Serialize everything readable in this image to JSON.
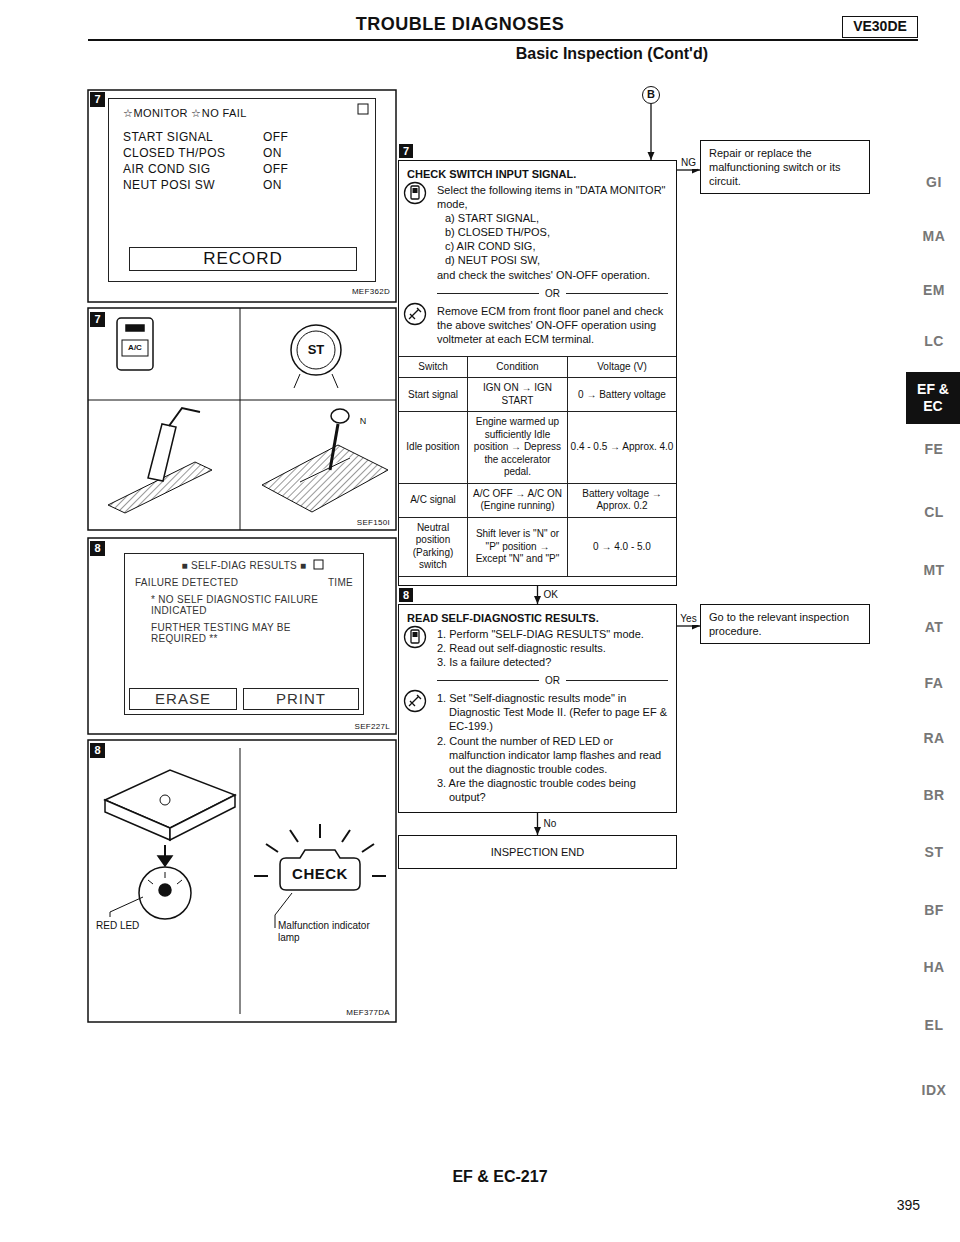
{
  "diagram": {
    "title": "TROUBLE DIAGNOSES",
    "nodes": [
      {
        "text": [
          "VE30DE"
        ]
      },
      {
        "text": [
          "7"
        ]
      },
      {
        "text": [
          "☆MONITOR ☆NO FAIL",
          "START SIGNAL",
          "OFF",
          "CLOSED TH/POS",
          "ON",
          "AIR COND SIG",
          "OFF",
          "NEUT POSI SW",
          "ON"
        ]
      },
      {
        "text": [
          "RECORD"
        ],
        "in": 2
      },
      {
        "text": [
          "7"
        ]
      },
      {
        "text": [
          "8"
        ]
      },
      {
        "text": [
          "■ SELF-DIAG RESULTS ■",
          "FAILURE DETECTED",
          "TIME",
          "* NO SELF DIAGNOSTIC FAILURE INDICATED",
          "FURTHER TESTING MAY BE REQUIRED **"
        ]
      },
      {
        "text": [
          "ERASE"
        ],
        "in": 6
      },
      {
        "text": [
          "PRINT"
        ],
        "in": 6
      },
      {
        "text": [
          "8"
        ]
      },
      {
        "text": [
          "B"
        ]
      },
      {
        "text": [
          "7"
        ]
      },
      {
        "text": [
          "CHECK SWITCH INPUT SIGNAL.",
          "Select the following items in \"DATA MONITOR\" mode,",
          "a) START SIGNAL,",
          "b) CLOSED TH/POS,",
          "c) AIR COND SIG,",
          "d) NEUT POSI SW,",
          "and check the switches' ON-OFF operation.",
          "OR",
          "Remove ECM from front floor panel and check the above switches' ON-OFF operation using voltmeter at each ECM terminal."
        ]
      },
      {
        "text": [
          "Repair or replace the malfunctioning switch or its circuit."
        ]
      },
      {
        "text": [
          "8"
        ]
      },
      {
        "text": [
          "READ SELF-DIAGNOSTIC RESULTS.",
          "1. Perform \"SELF-DIAG RESULTS\" mode.",
          "2. Read out self-diagnostic results.",
          "3. Is a failure detected?",
          "OR",
          "1. Set \"Self-diagnostic results mode\" in Diagnostic Test Mode II. (Refer to page EF & EC-199.)",
          "2. Count the number of RED LED or malfunction indicator lamp flashes and read out the diagnostic trouble codes.",
          "3. Are the diagnostic trouble codes being output?"
        ]
      },
      {
        "text": [
          "Go to the relevant inspection procedure."
        ]
      },
      {
        "text": [
          "INSPECTION END"
        ]
      },
      {
        "text": [
          "EF & EC"
        ]
      }
    ],
    "edges": [
      {
        "from": 10,
        "to": 12,
        "arrow": "to"
      },
      {
        "from": 12,
        "to": 13,
        "label": "NG",
        "arrow": "to"
      },
      {
        "from": 12,
        "to": 15,
        "label": "OK",
        "arrow": "to"
      },
      {
        "from": 15,
        "to": 16,
        "label": "Yes",
        "arrow": "to"
      },
      {
        "from": 15,
        "to": 17,
        "label": "No",
        "arrow": "to"
      }
    ],
    "labels": [
      "Basic Inspection (Cont'd)",
      "MEF362D",
      "A/C",
      "ST",
      "N",
      "SEF150I",
      "SEF227L",
      "RED LED",
      "CHECK",
      "Malfunction indicator lamp",
      "MEF377DA",
      "Switch",
      "Condition",
      "Voltage (V)",
      "Start signal",
      "IGN ON → IGN START",
      "0 → Battery voltage",
      "Idle position",
      "Engine warmed up sufficiently Idle position → Depress the accelerator pedal.",
      "0.4 - 0.5 → Approx. 4.0",
      "A/C signal",
      "A/C OFF → A/C ON (Engine running)",
      "Battery voltage → Approx. 0.2",
      "Neutral position (Parking) switch",
      "Shift lever is \"N\" or \"P\" position → Except \"N\" and \"P\"",
      "0 → 4.0 - 5.0",
      "GI",
      "MA",
      "EM",
      "LC",
      "FE",
      "CL",
      "MT",
      "AT",
      "FA",
      "RA",
      "BR",
      "ST",
      "BF",
      "HA",
      "EL",
      "IDX",
      "EF & EC-217",
      "395"
    ]
  }
}
